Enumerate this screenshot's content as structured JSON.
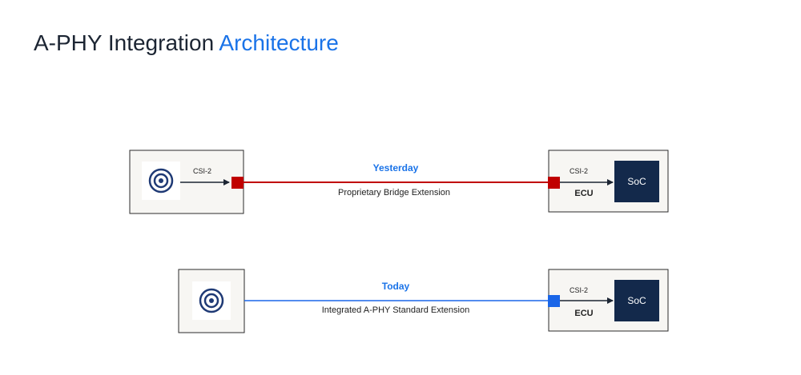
{
  "title": {
    "main": "A-PHY Integration",
    "accent": "Architecture"
  },
  "colors": {
    "accent": "#1a73e8",
    "proprietary": "#c00000",
    "aphy": "#1a66e8",
    "soc": "#13294b",
    "box_fill": "#f7f6f3",
    "box_border": "#2b2b2b"
  },
  "rows": [
    {
      "era": "Yesterday",
      "description": "Proprietary Bridge Extension",
      "sensor_icon": "camera-lens-icon",
      "sensor_link_label": "CSI-2",
      "ecu_link_label": "CSI-2",
      "ecu_label": "ECU",
      "soc_label": "SoC"
    },
    {
      "era": "Today",
      "description": "Integrated A-PHY Standard Extension",
      "sensor_icon": "camera-lens-icon",
      "ecu_link_label": "CSI-2",
      "ecu_label": "ECU",
      "soc_label": "SoC"
    }
  ]
}
